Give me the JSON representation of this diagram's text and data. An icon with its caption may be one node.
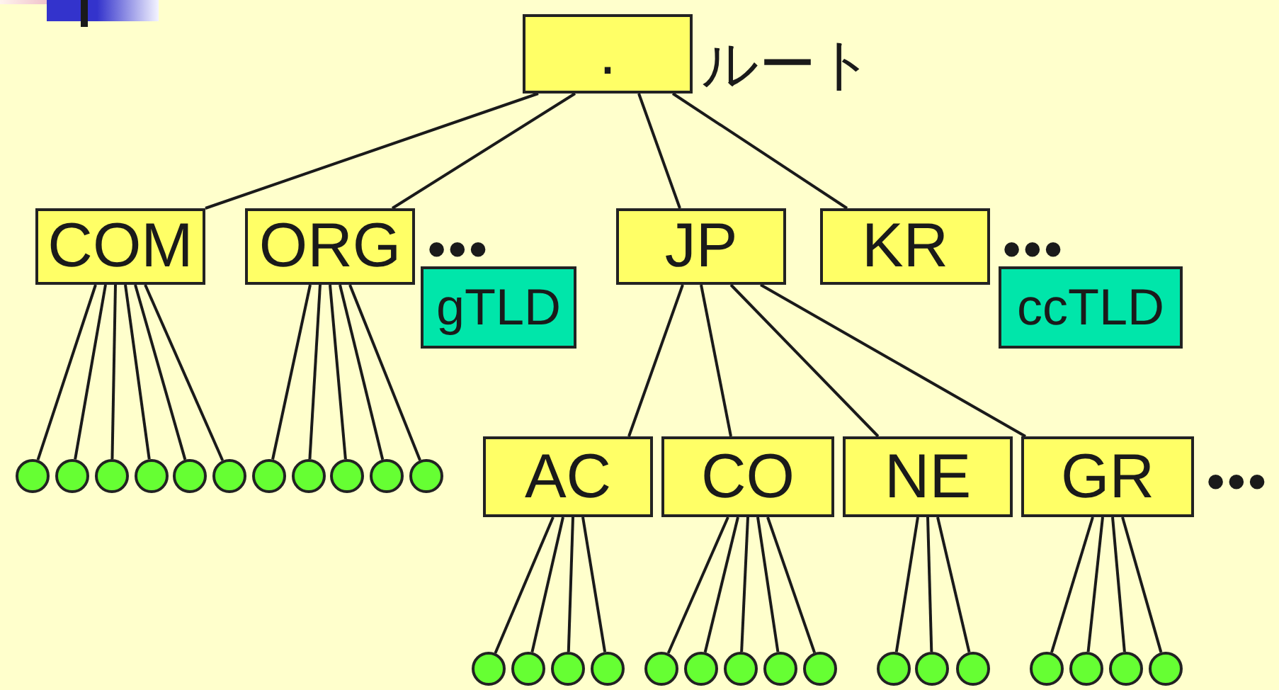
{
  "diagram": {
    "nodes": [
      {
        "text": [
          "."
        ],
        "beside": [
          "ルート"
        ]
      },
      {
        "text": [
          "COM"
        ]
      },
      {
        "text": [
          "ORG"
        ]
      },
      {
        "text": [
          "gTLD"
        ]
      },
      {
        "text": [
          "JP"
        ]
      },
      {
        "text": [
          "KR"
        ]
      },
      {
        "text": [
          "ccTLD"
        ]
      },
      {
        "text": [
          "AC"
        ]
      },
      {
        "text": [
          "CO"
        ]
      },
      {
        "text": [
          "NE"
        ]
      },
      {
        "text": [
          "GR"
        ]
      },
      {
        "text": [],
        "shape": "circle"
      },
      {
        "text": [],
        "shape": "circle"
      },
      {
        "text": [],
        "shape": "circle"
      },
      {
        "text": [],
        "shape": "circle"
      },
      {
        "text": [],
        "shape": "circle"
      },
      {
        "text": [],
        "shape": "circle"
      },
      {
        "text": [],
        "shape": "circle"
      },
      {
        "text": [],
        "shape": "circle"
      },
      {
        "text": [],
        "shape": "circle"
      },
      {
        "text": [],
        "shape": "circle"
      },
      {
        "text": [],
        "shape": "circle"
      },
      {
        "text": [],
        "shape": "circle"
      },
      {
        "text": [],
        "shape": "circle"
      },
      {
        "text": [],
        "shape": "circle"
      },
      {
        "text": [],
        "shape": "circle"
      },
      {
        "text": [],
        "shape": "circle"
      },
      {
        "text": [],
        "shape": "circle"
      },
      {
        "text": [],
        "shape": "circle"
      },
      {
        "text": [],
        "shape": "circle"
      },
      {
        "text": [],
        "shape": "circle"
      },
      {
        "text": [],
        "shape": "circle"
      },
      {
        "text": [],
        "shape": "circle"
      },
      {
        "text": [],
        "shape": "circle"
      },
      {
        "text": [],
        "shape": "circle"
      },
      {
        "text": [],
        "shape": "circle"
      },
      {
        "text": [],
        "shape": "circle"
      },
      {
        "text": [],
        "shape": "circle"
      }
    ],
    "edges": [
      {
        "from": 0,
        "to": 1,
        "arrow": "none"
      },
      {
        "from": 0,
        "to": 2,
        "arrow": "none"
      },
      {
        "from": 0,
        "to": 4,
        "arrow": "none"
      },
      {
        "from": 0,
        "to": 5,
        "arrow": "none"
      },
      {
        "from": 4,
        "to": 7,
        "arrow": "none"
      },
      {
        "from": 4,
        "to": 8,
        "arrow": "none"
      },
      {
        "from": 4,
        "to": 9,
        "arrow": "none"
      },
      {
        "from": 4,
        "to": 10,
        "arrow": "none"
      },
      {
        "from": 1,
        "to": 11,
        "arrow": "none"
      },
      {
        "from": 1,
        "to": 12,
        "arrow": "none"
      },
      {
        "from": 1,
        "to": 13,
        "arrow": "none"
      },
      {
        "from": 1,
        "to": 14,
        "arrow": "none"
      },
      {
        "from": 1,
        "to": 15,
        "arrow": "none"
      },
      {
        "from": 1,
        "to": 16,
        "arrow": "none"
      },
      {
        "from": 2,
        "to": 17,
        "arrow": "none"
      },
      {
        "from": 2,
        "to": 18,
        "arrow": "none"
      },
      {
        "from": 2,
        "to": 19,
        "arrow": "none"
      },
      {
        "from": 2,
        "to": 20,
        "arrow": "none"
      },
      {
        "from": 2,
        "to": 21,
        "arrow": "none"
      },
      {
        "from": 7,
        "to": 22,
        "arrow": "none"
      },
      {
        "from": 7,
        "to": 23,
        "arrow": "none"
      },
      {
        "from": 7,
        "to": 24,
        "arrow": "none"
      },
      {
        "from": 7,
        "to": 25,
        "arrow": "none"
      },
      {
        "from": 8,
        "to": 26,
        "arrow": "none"
      },
      {
        "from": 8,
        "to": 27,
        "arrow": "none"
      },
      {
        "from": 8,
        "to": 28,
        "arrow": "none"
      },
      {
        "from": 8,
        "to": 29,
        "arrow": "none"
      },
      {
        "from": 8,
        "to": 30,
        "arrow": "none"
      },
      {
        "from": 9,
        "to": 31,
        "arrow": "none"
      },
      {
        "from": 9,
        "to": 32,
        "arrow": "none"
      },
      {
        "from": 9,
        "to": 33,
        "arrow": "none"
      },
      {
        "from": 10,
        "to": 34,
        "arrow": "none"
      },
      {
        "from": 10,
        "to": 35,
        "arrow": "none"
      },
      {
        "from": 10,
        "to": 36,
        "arrow": "none"
      },
      {
        "from": 10,
        "to": 37,
        "arrow": "none"
      }
    ],
    "labels": [
      "•••",
      "•••",
      "•••"
    ]
  }
}
